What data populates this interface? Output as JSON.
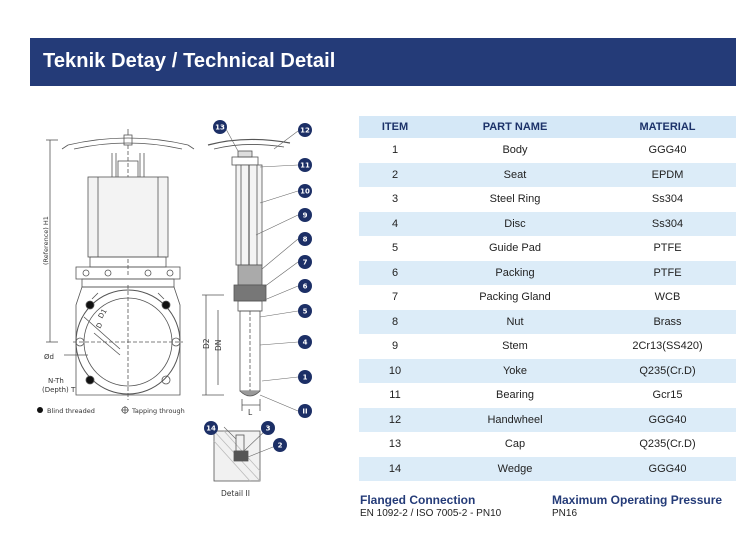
{
  "header": {
    "title": "Teknik Detay / Technical Detail"
  },
  "drawing": {
    "labels": {
      "reference_h": "(Reference) H1",
      "d1": "D1",
      "d": "D",
      "od": "Ød",
      "nth": "N-Th",
      "depth": "(Depth) T",
      "d2": "D2",
      "dn": "DN",
      "l": "L",
      "detail": "Detail II",
      "blind_threaded": "Blind threaded",
      "tapping_through": "Tapping through"
    },
    "balloons": [
      "13",
      "12",
      "11",
      "10",
      "9",
      "8",
      "7",
      "6",
      "5",
      "4",
      "1",
      "II",
      "14",
      "3",
      "2"
    ]
  },
  "parts_table": {
    "headers": {
      "item": "ITEM",
      "part": "PART NAME",
      "material": "MATERIAL"
    },
    "rows": [
      {
        "item": "1",
        "part": "Body",
        "material": "GGG40"
      },
      {
        "item": "2",
        "part": "Seat",
        "material": "EPDM"
      },
      {
        "item": "3",
        "part": "Steel Ring",
        "material": "Ss304"
      },
      {
        "item": "4",
        "part": "Disc",
        "material": "Ss304"
      },
      {
        "item": "5",
        "part": "Guide Pad",
        "material": "PTFE"
      },
      {
        "item": "6",
        "part": "Packing",
        "material": "PTFE"
      },
      {
        "item": "7",
        "part": "Packing Gland",
        "material": "WCB"
      },
      {
        "item": "8",
        "part": "Nut",
        "material": "Brass"
      },
      {
        "item": "9",
        "part": "Stem",
        "material": "2Cr13(SS420)"
      },
      {
        "item": "10",
        "part": "Yoke",
        "material": "Q235(Cr.D)"
      },
      {
        "item": "11",
        "part": "Bearing",
        "material": "Gcr15"
      },
      {
        "item": "12",
        "part": "Handwheel",
        "material": "GGG40"
      },
      {
        "item": "13",
        "part": "Cap",
        "material": "Q235(Cr.D)"
      },
      {
        "item": "14",
        "part": "Wedge",
        "material": "GGG40"
      }
    ]
  },
  "connection": {
    "title": "Flanged Connection",
    "value": "EN 1092-2 / ISO 7005-2 - PN10"
  },
  "pressure": {
    "title": "Maximum Operating Pressure",
    "value": "PN16"
  },
  "colors": {
    "brand": "#243b78",
    "table_alt": "#dcecf8",
    "balloon": "#1c2f66"
  }
}
